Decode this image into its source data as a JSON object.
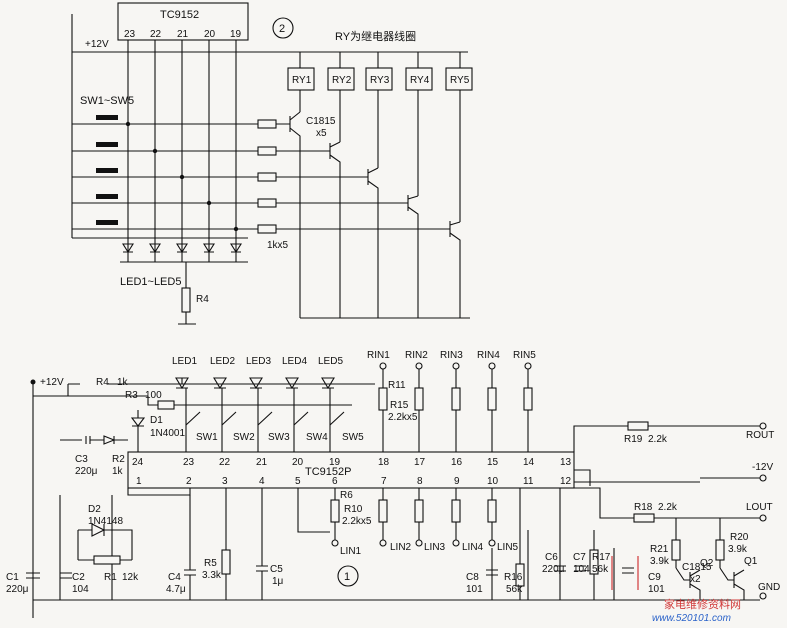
{
  "upper": {
    "ic_name": "TC9152",
    "ic_pins": [
      "23",
      "22",
      "21",
      "20",
      "19"
    ],
    "circle_num": "2",
    "supply": "+12V",
    "ry_note": "RY为继电器线圈",
    "relays": [
      "RY1",
      "RY2",
      "RY3",
      "RY4",
      "RY5"
    ],
    "transistor": "C1815",
    "transistor_qty": "x5",
    "switch_group": "SW1~SW5",
    "resistor_group": "1kx5",
    "led_group": "LED1~LED5",
    "r4": "R4"
  },
  "lower": {
    "supply": "+12V",
    "r4_name": "R4",
    "r4_val": "1k",
    "r3_name": "R3",
    "r3_val": "100",
    "d1_name": "D1",
    "d1_val": "1N4001",
    "c3_name": "C3",
    "c3_val": "220μ",
    "r2_name": "R2",
    "r2_val": "1k",
    "d2_name": "D2",
    "d2_val": "1N4148",
    "c1_name": "C1",
    "c1_val": "220μ",
    "c2_name": "C2",
    "c2_val": "104",
    "r1_name": "R1",
    "r1_val": "12k",
    "c4_name": "C4",
    "c4_val": "4.7μ",
    "r5_name": "R5",
    "r5_val": "3.3k",
    "c5_name": "C5",
    "c5_val": "1μ",
    "leds": [
      "LED1",
      "LED2",
      "LED3",
      "LED4",
      "LED5"
    ],
    "switches": [
      "SW1",
      "SW2",
      "SW3",
      "SW4",
      "SW5"
    ],
    "rin": [
      "RIN1",
      "RIN2",
      "RIN3",
      "RIN4",
      "RIN5"
    ],
    "r11": "R11",
    "r15": "R15",
    "r15_val": "2.2kx5",
    "ic_name": "TC9152P",
    "top_pins": [
      "24",
      "23",
      "22",
      "21",
      "20",
      "19",
      "18",
      "17",
      "16",
      "15",
      "14",
      "13"
    ],
    "bottom_pins": [
      "1",
      "2",
      "3",
      "4",
      "5",
      "6",
      "7",
      "8",
      "9",
      "10",
      "11",
      "12"
    ],
    "r6": "R6",
    "r10": "R10",
    "r10_val": "2.2kx5",
    "lin": [
      "LIN1",
      "LIN2",
      "LIN3",
      "LIN4",
      "LIN5"
    ],
    "circle_num": "1",
    "r19_name": "R19",
    "r19_val": "2.2k",
    "r18_name": "R18",
    "r18_val": "2.2k",
    "rout": "ROUT",
    "lout": "LOUT",
    "neg12": "-12V",
    "gnd": "GND",
    "c8_name": "C8",
    "c8_val": "101",
    "r16_name": "R16",
    "r16_val": "56k",
    "c6_name": "C6",
    "c6_val": "220μ",
    "c7_name": "C7",
    "c7_val": "104",
    "r17_name": "R17",
    "r17_val": "56k",
    "c9_name": "C9",
    "c9_val": "101",
    "r21_name": "R21",
    "r21_val": "3.9k",
    "r20_name": "R20",
    "r20_val": "3.9k",
    "q2": "Q2",
    "q1": "Q1",
    "q_type": "C1815",
    "q_qty": "x2"
  },
  "watermark": {
    "text_cn": "家电维修资料网",
    "text_url": "www.520101.com"
  },
  "colors": {
    "ink": "#111111",
    "paper": "#f7f6f3",
    "watermark_red": "#d23a3a",
    "watermark_blue": "#2a62c9"
  }
}
